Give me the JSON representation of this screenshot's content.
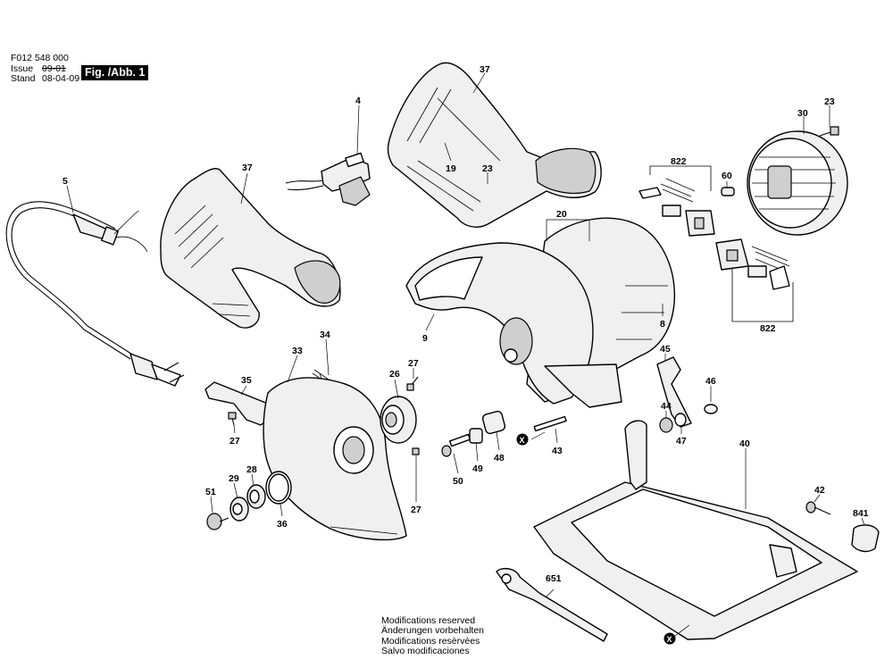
{
  "header": {
    "part_number": "F012 548 000",
    "issue_label": "Issue",
    "issue_value": "09-01",
    "stand_label": "Stand",
    "stand_value": "08-04-09",
    "figure_badge": "Fig. /Abb. 1"
  },
  "callouts": {
    "c37_top": "37",
    "c4": "4",
    "c37_left": "37",
    "c19": "19",
    "c23_mid": "23",
    "c30": "30",
    "c23_right": "23",
    "c822_top": "822",
    "c60": "60",
    "c5": "5",
    "c20": "20",
    "c8": "8",
    "c9": "9",
    "c822_bottom": "822",
    "c34": "34",
    "c33": "33",
    "c45": "45",
    "c35": "35",
    "c26": "26",
    "c27_a": "27",
    "c46": "46",
    "c27_b": "27",
    "c44": "44",
    "c47": "47",
    "c40": "40",
    "c28": "28",
    "c29": "29",
    "c51": "51",
    "c36": "36",
    "c50": "50",
    "c49": "49",
    "c48": "48",
    "c43": "43",
    "c27_c": "27",
    "c42": "42",
    "c841": "841",
    "c651": "651",
    "x_marker_1": "X",
    "x_marker_2": "X"
  },
  "footer": {
    "line1": "Modifications reserved",
    "line2": "Änderungen vorbehalten",
    "line3": "Modifications resèrvèes",
    "line4": "Salvo modificaciones"
  }
}
